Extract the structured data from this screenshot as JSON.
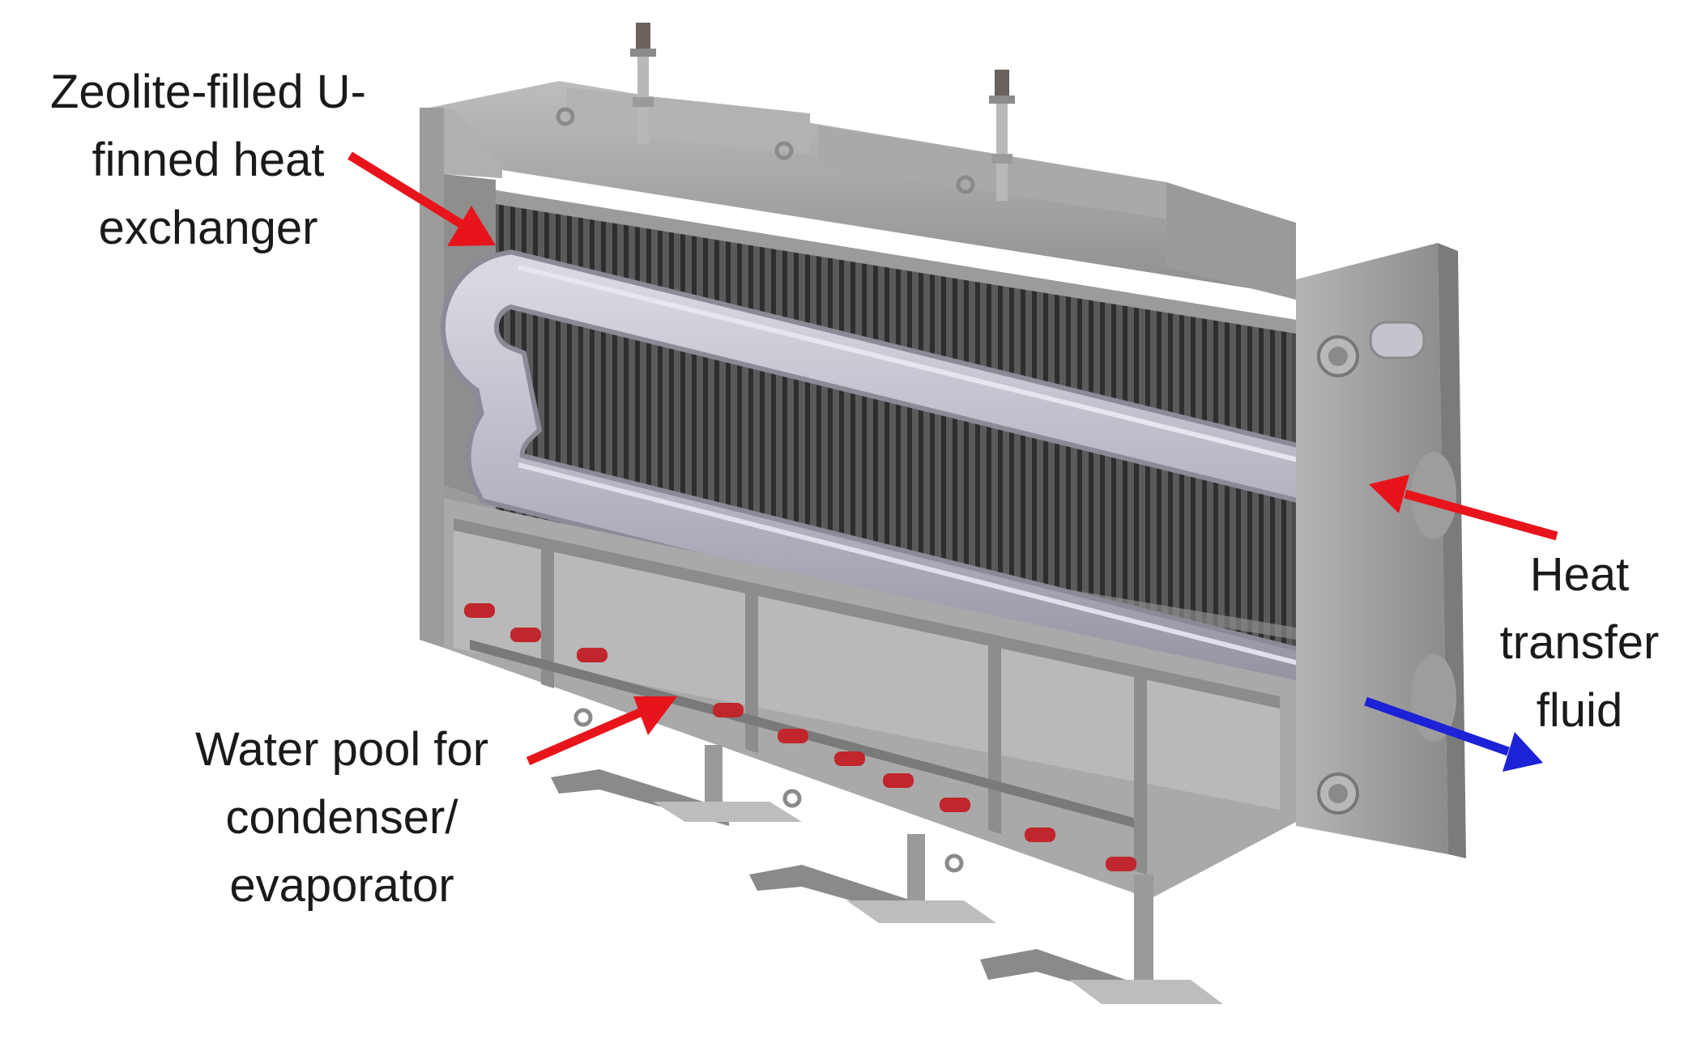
{
  "labels": {
    "zeolite": [
      "Zeolite-filled U-",
      "finned heat",
      "exchanger"
    ],
    "water": [
      "Water pool for",
      "condenser/",
      "evaporator"
    ],
    "htf": [
      "Heat",
      "transfer",
      "fluid"
    ]
  },
  "colors": {
    "arrow_in": "#e8141b",
    "arrow_out": "#1d22d6",
    "metal_dark": "#6e6e6e",
    "metal_mid": "#a3a3a3",
    "metal_light": "#cfcfcf",
    "fins": "#3c3c3c",
    "tube": "#b9b9c6",
    "plugs": "#c0262b"
  }
}
